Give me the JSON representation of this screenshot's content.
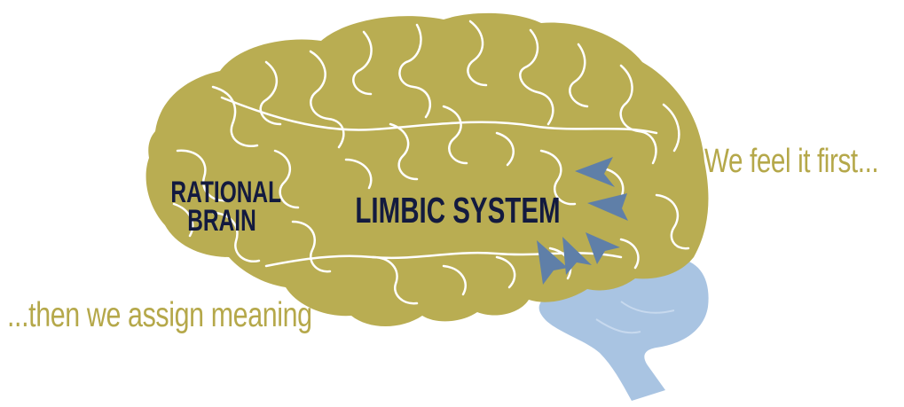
{
  "diagram": {
    "captions": {
      "feel_first": "We feel it first...",
      "assign_meaning": "...then we assign meaning"
    },
    "regions": {
      "rational_brain": "RATIONAL BRAIN",
      "limbic_system": "LIMBIC SYSTEM"
    },
    "icons": {
      "brain": "brain-illustration",
      "brainstem": "brainstem-cerebellum",
      "arrows": "pointer-arrow"
    },
    "arrow_count": 5,
    "colors": {
      "cerebrum_fill": "#b9ad52",
      "cerebrum_fold_line": "#ffffff",
      "brainstem_fill": "#a9c4e2",
      "arrow_fill": "#5f7fa8",
      "label_text": "#131a3f",
      "caption_text": "#b5a84a",
      "background": "#ffffff"
    }
  }
}
